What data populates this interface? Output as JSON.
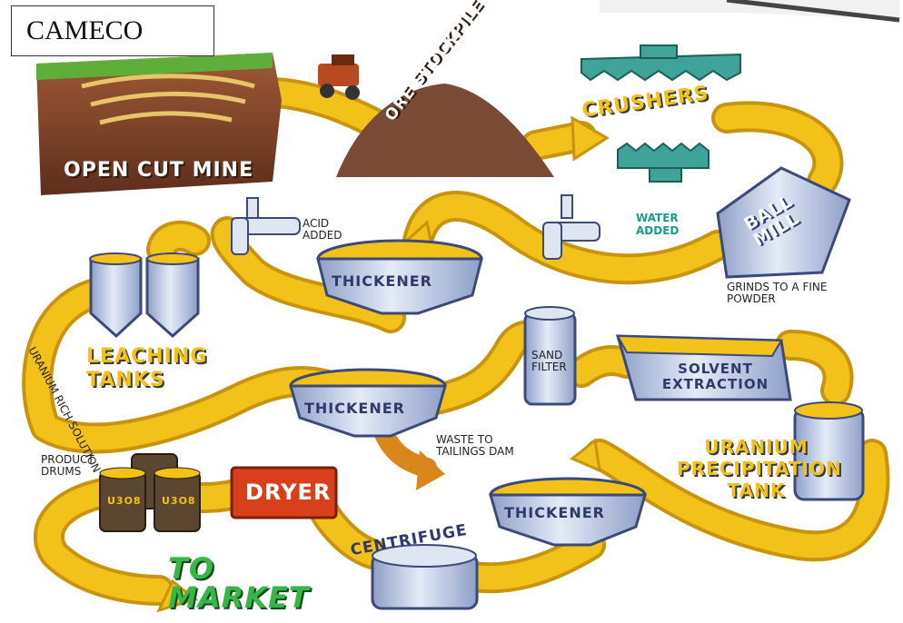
{
  "title": "CAMECO",
  "labels": {
    "open_cut_mine": "OPEN CUT MINE",
    "ore_stockpile": "ORE STOCKPILE",
    "crushers": "CRUSHERS",
    "ball_mill": "BALL MILL",
    "grinds": "GRINDS TO A FINE POWDER",
    "water_added": "WATER ADDED",
    "thickener_1": "THICKENER",
    "acid_added": "ACID ADDED",
    "leaching_tanks": "LEACHING TANKS",
    "uranium_rich_solution": "URANIUM RICH SOLUTION",
    "thickener_2": "THICKENER",
    "sand_filter": "SAND FILTER",
    "solvent_extraction": "SOLVENT EXTRACTION",
    "waste": "WASTE TO TAILINGS DAM",
    "uranium_precipitation_tank": "URANIUM PRECIPITATION TANK",
    "thickener_3": "THICKENER",
    "centrifuge": "CENTRIFUGE",
    "dryer": "DRYER",
    "product_drums": "PRODUCT DRUMS",
    "drum_label": "U3O8",
    "to_market": "TO MARKET"
  },
  "colors": {
    "flow": "#f3c21a",
    "flow_edge": "#c89410",
    "tank": "#b9c6e0",
    "tank_edge": "#3b4a78",
    "crusher": "#3fa39a",
    "earth": "#8a4a2c",
    "grass": "#5fae3a",
    "dryer": "#d8401c",
    "drum": "#5b4630",
    "market": "#39b54a"
  }
}
